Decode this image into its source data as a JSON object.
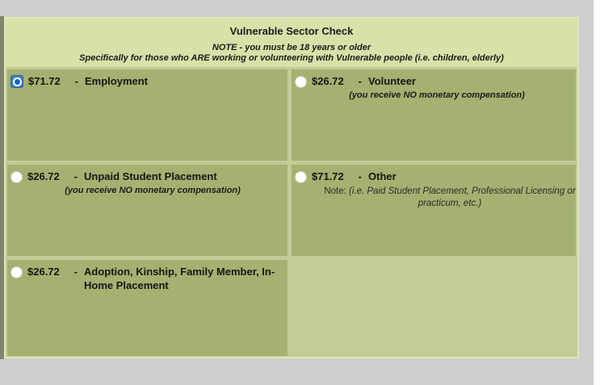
{
  "header": {
    "title": "Vulnerable Sector Check",
    "note_line1": "NOTE - you must be 18 years or older",
    "note_line2": "Specifically for those who ARE working or volunteering with Vulnerable people (i.e. children, elderly)"
  },
  "price_separator": "-",
  "options": [
    {
      "price": "$71.72",
      "label": "Employment",
      "selected": true
    },
    {
      "price": "$26.72",
      "label": "Volunteer",
      "note": "(you receive NO monetary compensation)"
    },
    {
      "price": "$26.72",
      "label": "Unpaid Student Placement",
      "note": "(you receive NO monetary compensation)"
    },
    {
      "price": "$71.72",
      "label": "Other",
      "note_prefix": "Note: ",
      "note_italic": "(i.e. Paid Student Placement, Professional Licensing or practicum, etc.)"
    },
    {
      "price": "$26.72",
      "label": "Adoption, Kinship, Family Member, In-Home Placement"
    }
  ],
  "colors": {
    "page_bg": "#cecece",
    "panel_bg": "#c3cc97",
    "header_bg": "#d7e1a8",
    "cell_bg": "#a4b170",
    "selected_radio_blue": "#1565c0",
    "selected_radio_focus": "#3f7fc1"
  }
}
